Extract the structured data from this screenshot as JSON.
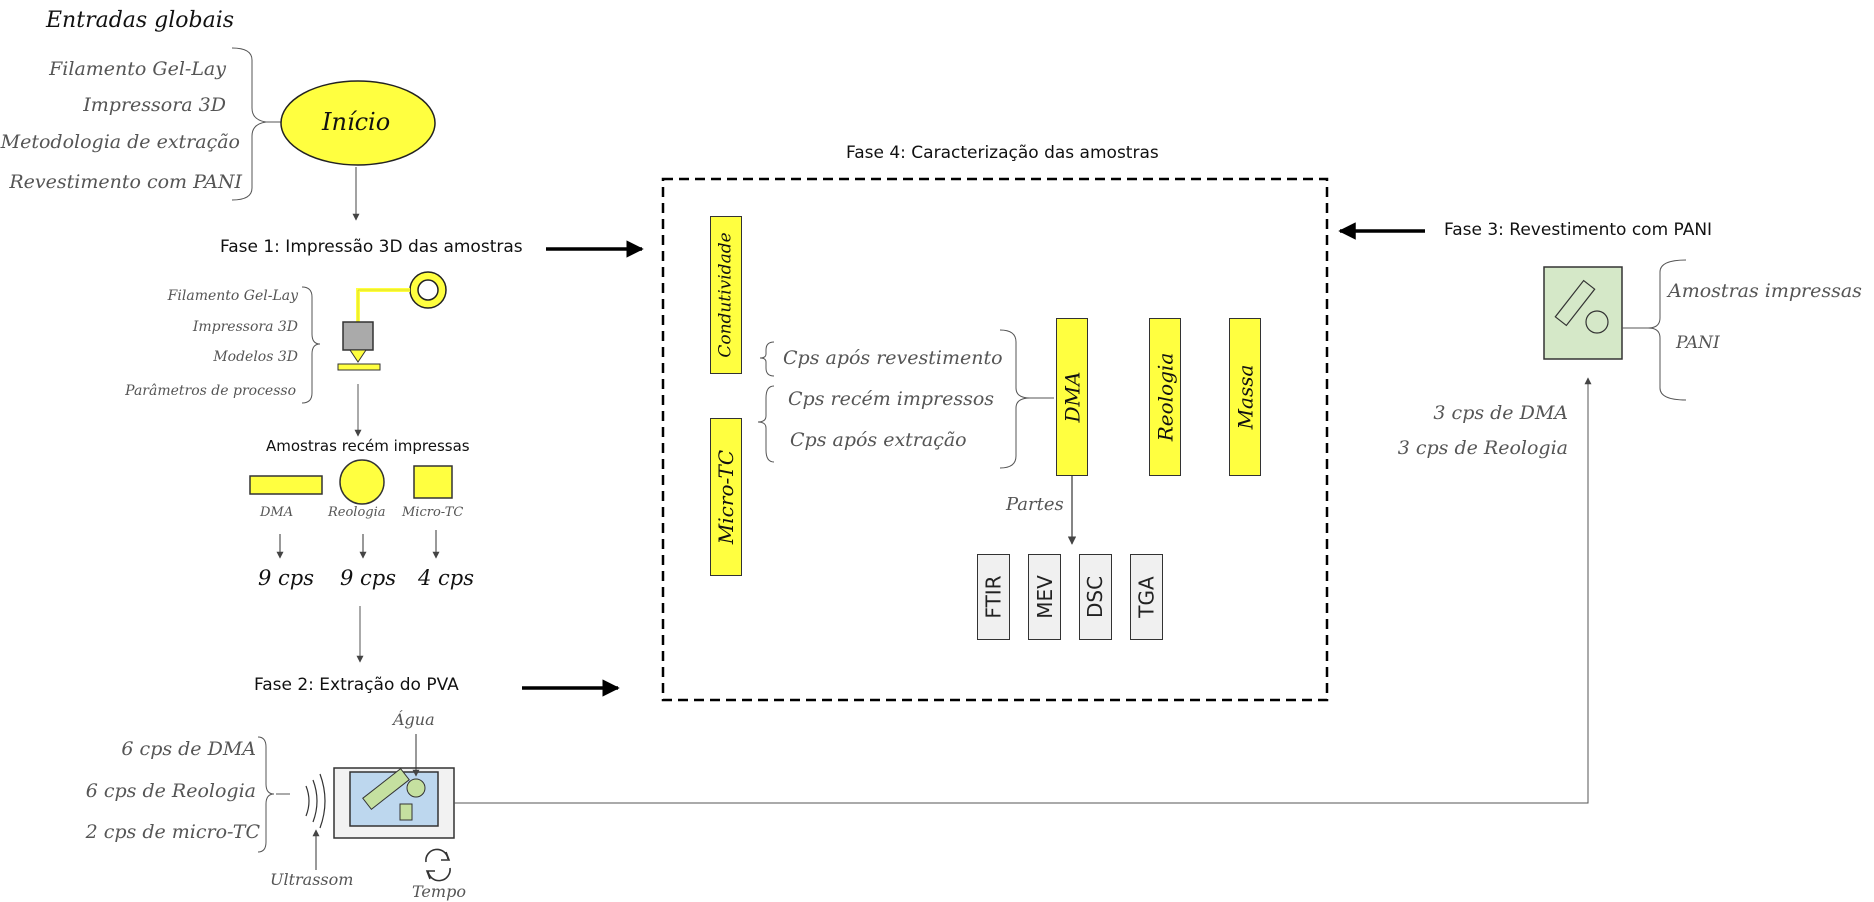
{
  "global_inputs": {
    "title": "Entradas globais",
    "items": [
      "Filamento Gel-Lay",
      "Impressora 3D",
      "Metodologia de extração",
      "Revestimento com PANI"
    ]
  },
  "start_node": "Início",
  "phase1": {
    "title": "Fase 1: Impressão 3D das amostras",
    "inputs": [
      "Filamento Gel-Lay",
      "Impressora 3D",
      "Modelos 3D",
      "Parâmetros de processo"
    ],
    "samples_title": "Amostras recém impressas",
    "samples": [
      {
        "label": "DMA",
        "count": "9 cps"
      },
      {
        "label": "Reologia",
        "count": "9 cps"
      },
      {
        "label": "Micro-TC",
        "count": "4 cps"
      }
    ]
  },
  "phase2": {
    "title": "Fase 2: Extração do PVA",
    "outputs": [
      "6 cps de DMA",
      "6 cps de Reologia",
      "2 cps de micro-TC"
    ],
    "water_label": "Água",
    "ultrasound_label": "Ultrassom",
    "time_label": "Tempo"
  },
  "phase3": {
    "title": "Fase 3: Revestimento com PANI",
    "inputs": [
      "Amostras impressas",
      "PANI"
    ],
    "outputs": [
      "3 cps de DMA",
      "3 cps de Reologia"
    ]
  },
  "phase4": {
    "title": "Fase 4: Caracterização das amostras",
    "left_tests": [
      "Condutividade",
      "Micro-TC"
    ],
    "sample_states": [
      "Cps após revestimento",
      "Cps recém impressos",
      "Cps após extração"
    ],
    "main_tests": [
      "DMA",
      "Reologia",
      "Massa"
    ],
    "parts_label": "Partes",
    "sub_tests": [
      "FTIR",
      "MEV",
      "DSC",
      "TGA"
    ]
  },
  "colors": {
    "yellow": "#ffff40",
    "green": "#d5e8c8",
    "blue": "#bdd7ee",
    "gray_box": "#f0f0f0"
  }
}
